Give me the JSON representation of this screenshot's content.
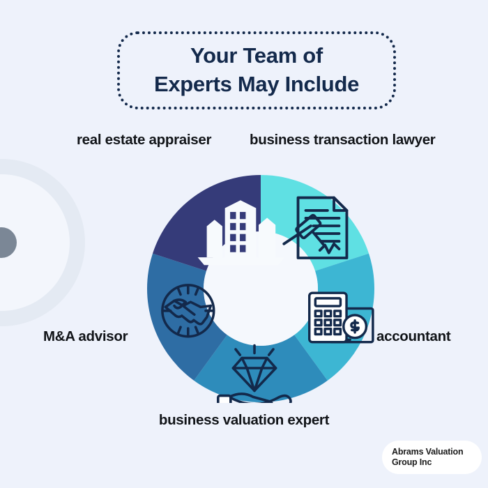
{
  "background_color": "#eef2fb",
  "title": {
    "line1": "Your Team of",
    "line2": "Experts May Include",
    "color": "#13294b"
  },
  "chart_data": {
    "type": "pie",
    "title": "Your Team of Experts May Include",
    "variant": "donut",
    "categories": [
      "business transaction lawyer",
      "accountant",
      "business valuation expert",
      "M&A advisor",
      "real estate appraiser"
    ],
    "values": [
      20,
      20,
      20,
      20,
      20
    ],
    "colors": [
      "#5fe0e3",
      "#3db6d3",
      "#2e8cbb",
      "#2e6da4",
      "#353b79"
    ],
    "start_angle_deg": 0,
    "inner_radius_ratio": 0.5,
    "legend": "outer-labels",
    "grid": false
  },
  "segments": [
    {
      "id": "lawyer",
      "label": "business transaction lawyer",
      "color": "#5fe0e3",
      "icon": "gavel-document-icon",
      "start_deg": 0,
      "end_deg": 72
    },
    {
      "id": "accountant",
      "label": "accountant",
      "color": "#3db6d3",
      "icon": "calculator-invoice-icon",
      "start_deg": 72,
      "end_deg": 144
    },
    {
      "id": "valuation",
      "label": "business valuation expert",
      "color": "#2e8cbb",
      "icon": "hand-diamond-icon",
      "start_deg": 144,
      "end_deg": 216
    },
    {
      "id": "advisor",
      "label": "M&A advisor",
      "color": "#2e6da4",
      "icon": "handshake-coin-icon",
      "start_deg": 216,
      "end_deg": 288
    },
    {
      "id": "appraiser",
      "label": "real estate appraiser",
      "color": "#353b79",
      "icon": "buildings-icon",
      "start_deg": 288,
      "end_deg": 360
    }
  ],
  "labels": {
    "appraiser": "real estate appraiser",
    "lawyer": "business transaction lawyer",
    "advisor": "M&A advisor",
    "accountant": "accountant",
    "valuation": "business valuation expert"
  },
  "logo": {
    "line1": "Abrams Valuation",
    "line2": "Group Inc"
  }
}
